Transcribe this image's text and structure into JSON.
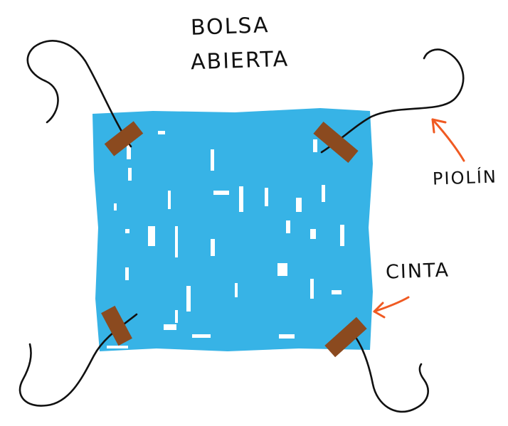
{
  "title": {
    "line1": "BOLSA",
    "line2": "ABIERTA"
  },
  "labels": {
    "string": "PIOLÍN",
    "tape": "CINTA"
  },
  "colors": {
    "bag": "#37b3e6",
    "tape": "#8b4a1f",
    "string": "#111111",
    "pointer": "#f05a22",
    "text": "#111111"
  }
}
